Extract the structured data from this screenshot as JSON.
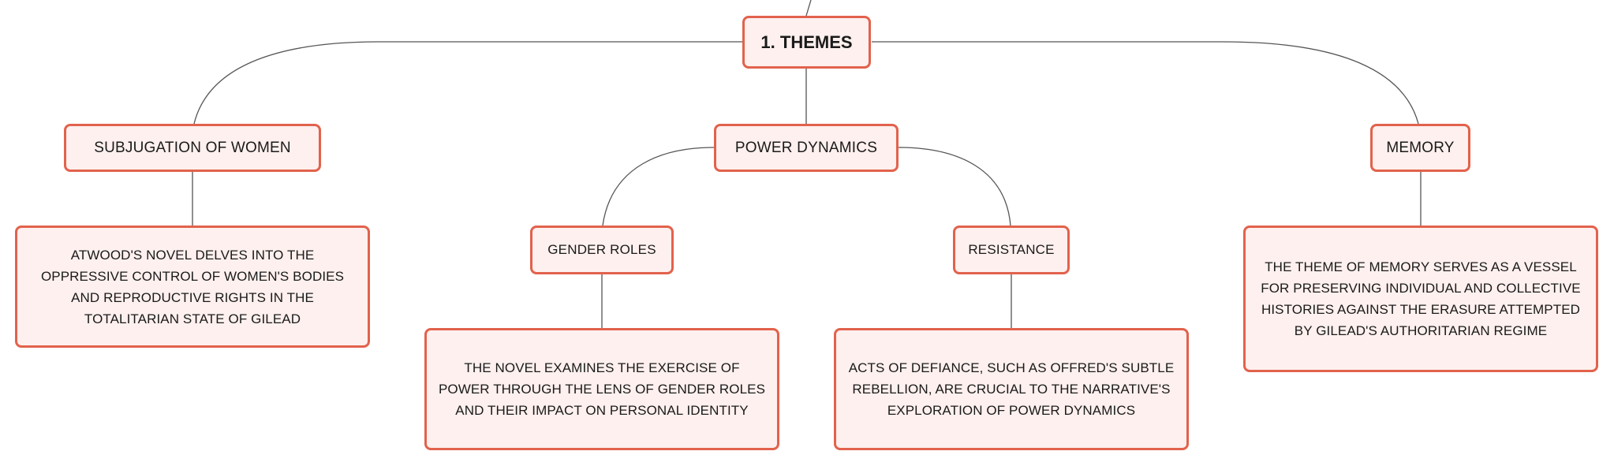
{
  "colors": {
    "node_border": "#e2624c",
    "node_fill": "#fdf0ee",
    "connector": "#555555",
    "text": "#1a1a1a"
  },
  "diagram": {
    "root": {
      "label": "1. THEMES"
    },
    "branches": {
      "subjugation": {
        "label": "SUBJUGATION OF WOMEN",
        "detail": "ATWOOD'S NOVEL DELVES INTO THE OPPRESSIVE CONTROL OF WOMEN'S BODIES AND REPRODUCTIVE RIGHTS IN THE TOTALITARIAN STATE OF GILEAD"
      },
      "power": {
        "label": "POWER DYNAMICS",
        "gender_roles": {
          "label": "GENDER ROLES",
          "detail": "THE NOVEL EXAMINES THE EXERCISE OF POWER THROUGH THE LENS OF GENDER ROLES AND THEIR IMPACT ON PERSONAL IDENTITY"
        },
        "resistance": {
          "label": "RESISTANCE",
          "detail": "ACTS OF DEFIANCE, SUCH AS OFFRED'S SUBTLE REBELLION, ARE CRUCIAL TO THE NARRATIVE'S EXPLORATION OF POWER DYNAMICS"
        }
      },
      "memory": {
        "label": "MEMORY",
        "detail": "THE THEME OF MEMORY SERVES AS A VESSEL FOR PRESERVING INDIVIDUAL AND COLLECTIVE HISTORIES AGAINST THE ERASURE ATTEMPTED BY GILEAD'S AUTHORITARIAN REGIME"
      }
    }
  }
}
